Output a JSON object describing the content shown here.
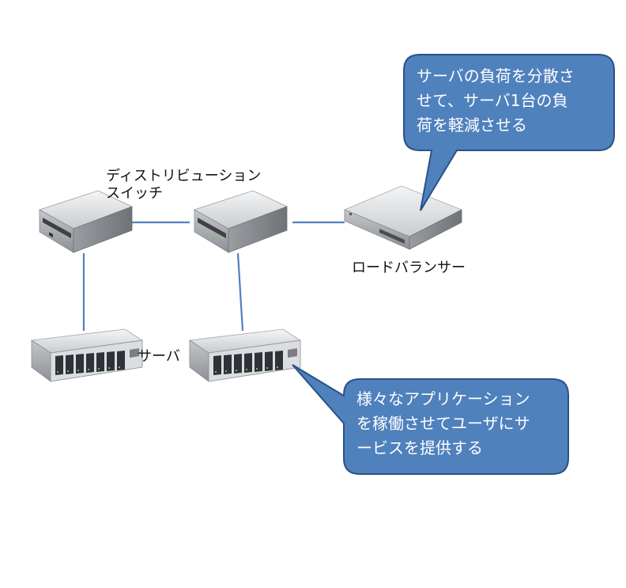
{
  "labels": {
    "switch": [
      "ディストリビューション",
      "スイッチ"
    ],
    "load_balancer": "ロードバランサー",
    "server": "サーバ"
  },
  "callouts": {
    "load_balancer": [
      "サーバの負荷を分散さ",
      "せて、サーバ1台の負",
      "荷を軽減させる"
    ],
    "server": [
      "様々なアプリケーション",
      "を稼働させてユーザにサ",
      "ービスを提供する"
    ]
  },
  "colors": {
    "callout_fill": "#4f81bd",
    "callout_border": "#2b5186",
    "connector": "#4f81bd",
    "device_body": "#d9dadc",
    "device_dark": "#6e7176"
  },
  "icons": {
    "switch": "network-switch-icon",
    "server": "storage-server-icon",
    "load_balancer": "load-balancer-icon"
  }
}
